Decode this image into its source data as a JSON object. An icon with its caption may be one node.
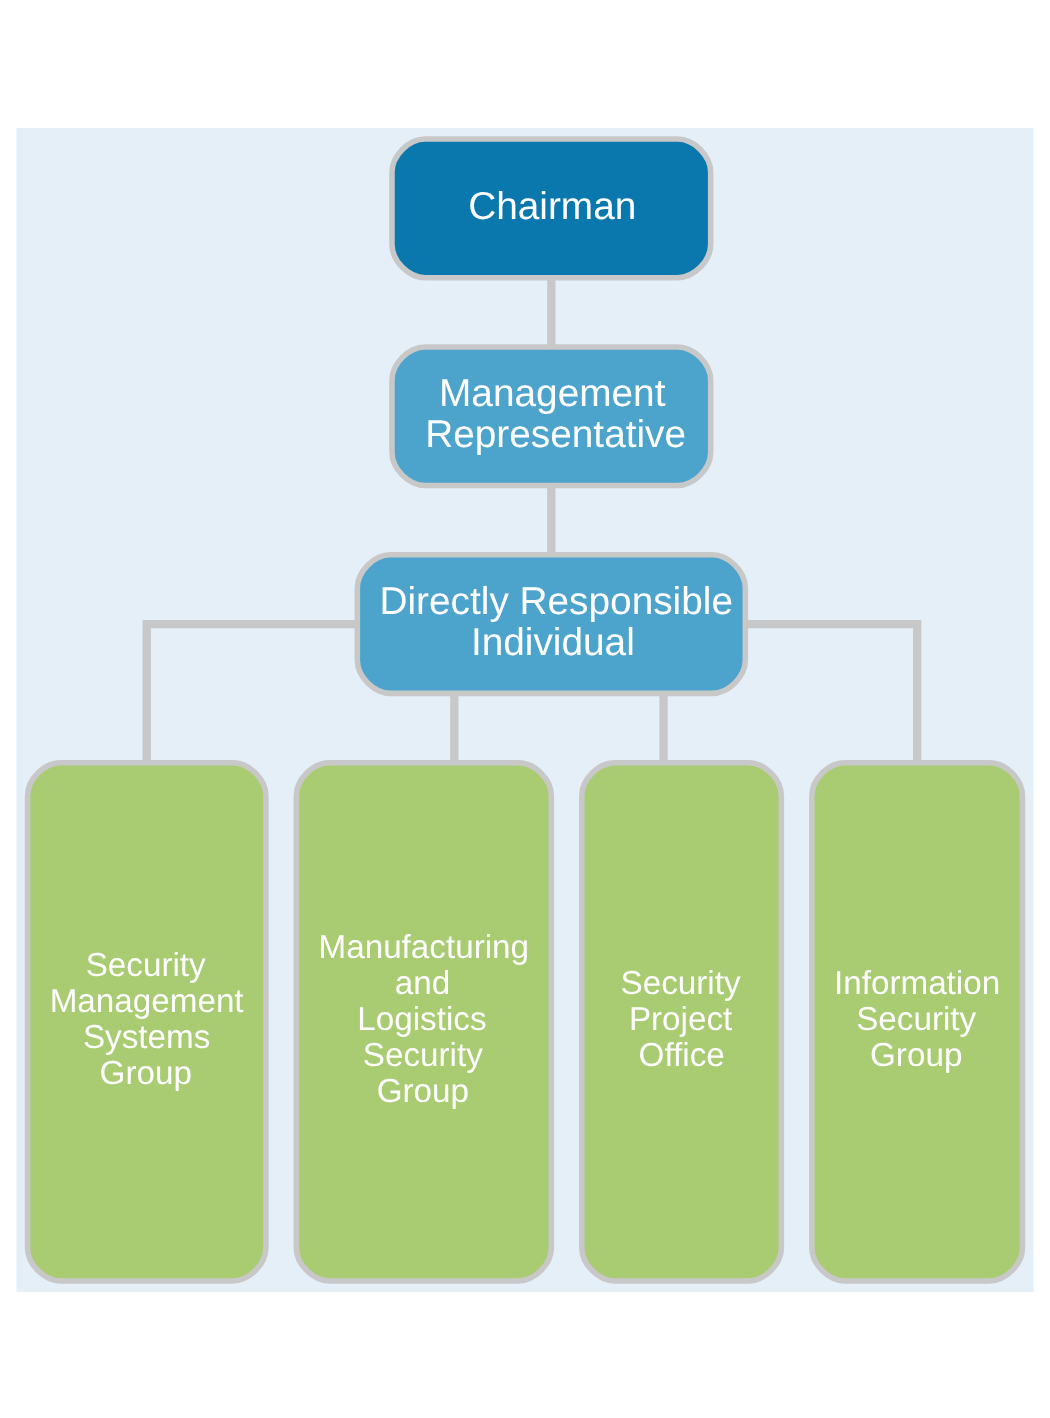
{
  "diagram": {
    "nodes": [
      {
        "text": [
          "Chairman"
        ]
      },
      {
        "text": [
          "Management Representative"
        ]
      },
      {
        "text": [
          "Directly Responsible Individual"
        ]
      },
      {
        "text": [
          "Security Management Systems Group"
        ]
      },
      {
        "text": [
          "Manufacturing and Logistics Security Group"
        ]
      },
      {
        "text": [
          "Security Project Office"
        ]
      },
      {
        "text": [
          "Information Security Group"
        ]
      }
    ],
    "edges": [
      {
        "from": 0,
        "to": 1,
        "arrow": "none"
      },
      {
        "from": 1,
        "to": 2,
        "arrow": "none"
      },
      {
        "from": 2,
        "to": 3,
        "arrow": "none"
      },
      {
        "from": 2,
        "to": 4,
        "arrow": "none"
      },
      {
        "from": 2,
        "to": 5,
        "arrow": "none"
      },
      {
        "from": 2,
        "to": 6,
        "arrow": "none"
      }
    ]
  }
}
